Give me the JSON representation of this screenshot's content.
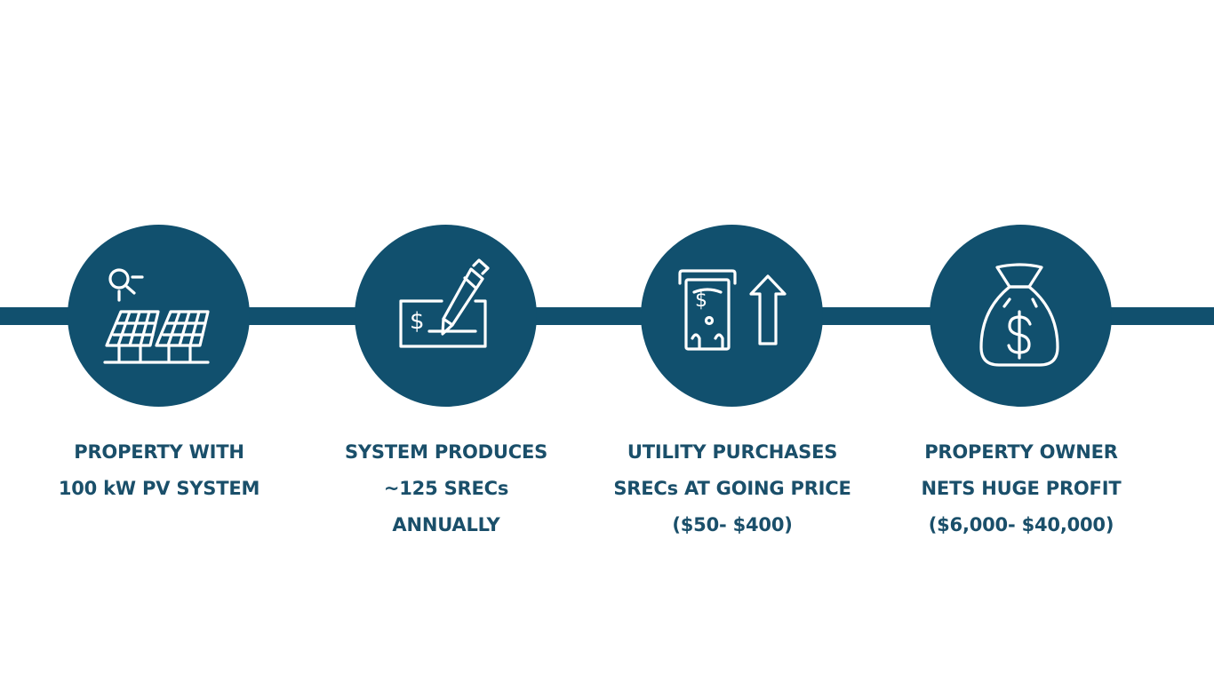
{
  "colors": {
    "primary": "#11506e",
    "text": "#1a4f6a",
    "icon_stroke": "#ffffff",
    "background": "#ffffff"
  },
  "steps": [
    {
      "icon": "solar-panel-icon",
      "lines": [
        "PROPERTY WITH",
        "100 kW PV SYSTEM"
      ]
    },
    {
      "icon": "check-signing-icon",
      "lines": [
        "SYSTEM PRODUCES",
        "~125 SRECs",
        "ANNUALLY"
      ]
    },
    {
      "icon": "cash-withdrawal-icon",
      "lines": [
        "UTILITY PURCHASES",
        "SRECs AT GOING PRICE",
        "($50- $400)"
      ]
    },
    {
      "icon": "money-bag-icon",
      "lines": [
        "PROPERTY OWNER",
        "NETS HUGE PROFIT",
        "($6,000- $40,000)"
      ]
    }
  ]
}
